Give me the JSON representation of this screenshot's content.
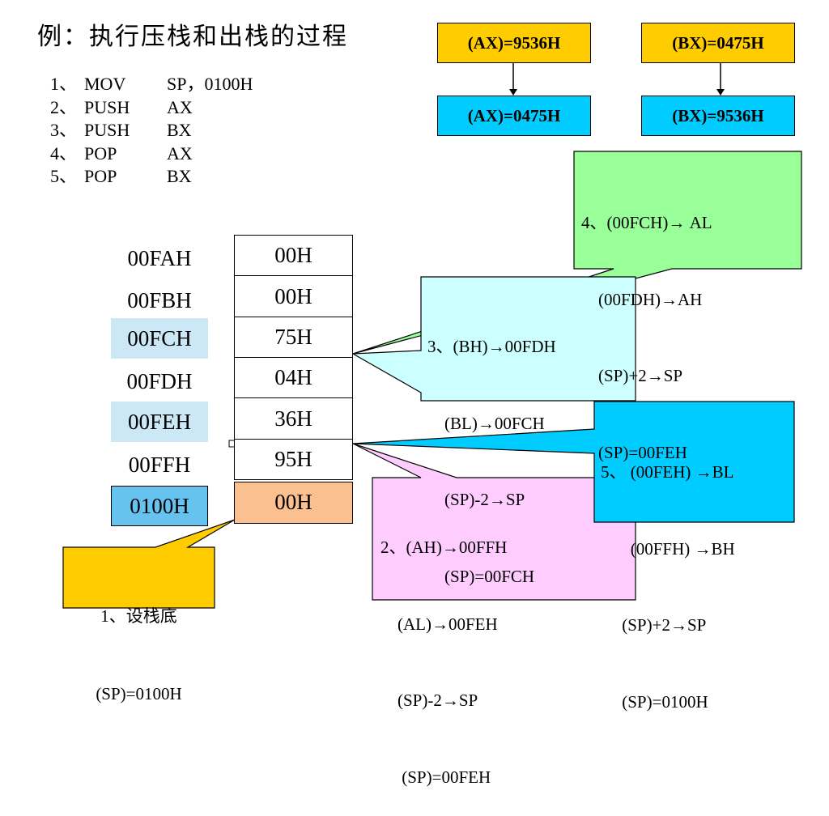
{
  "title": "例：执行压栈和出栈的过程",
  "steps": [
    {
      "num": "1、",
      "op": "MOV",
      "arg": "SP，0100H"
    },
    {
      "num": "2、",
      "op": "PUSH",
      "arg": "AX"
    },
    {
      "num": "3、",
      "op": "PUSH",
      "arg": "BX"
    },
    {
      "num": "4、",
      "op": "POP",
      "arg": "AX"
    },
    {
      "num": "5、",
      "op": "POP",
      "arg": "BX"
    }
  ],
  "registers": {
    "ax_before": "(AX)=9536H",
    "bx_before": "(BX)=0475H",
    "ax_after": "(AX)=0475H",
    "bx_after": "(BX)=9536H"
  },
  "memory": {
    "addresses": [
      "00FAH",
      "00FBH",
      "00FCH",
      "00FDH",
      "00FEH",
      "00FFH",
      "0100H"
    ],
    "values": [
      "00H",
      "00H",
      "75H",
      "04H",
      "36H",
      "95H",
      "00H"
    ]
  },
  "callouts": {
    "step1": [
      "1、设栈底",
      "(SP)=0100H"
    ],
    "step2": [
      "2、(AH)→00FFH",
      "    (AL)→00FEH",
      "    (SP)-2→SP",
      "     (SP)=00FEH"
    ],
    "step3": [
      "3、(BH)→00FDH",
      "    (BL)→00FCH",
      "    (SP)-2→SP",
      "    (SP)=00FCH"
    ],
    "step4": [
      "4、(00FCH)→ AL",
      "    (00FDH)→AH",
      "    (SP)+2→SP",
      "    (SP)=00FEH"
    ],
    "step5": [
      "5、 (00FEH) →BL",
      "       (00FFH) →BH",
      "     (SP)+2→SP",
      "     (SP)=0100H"
    ]
  },
  "colors": {
    "yellow": "#ffcc00",
    "cyan": "#00ccff",
    "green": "#99ff99",
    "light_cyan": "#ccffff",
    "pink": "#ffccff",
    "orange_cell": "#fac090",
    "address_highlight": "#cce8f7",
    "address_base": "#66c2ee"
  }
}
